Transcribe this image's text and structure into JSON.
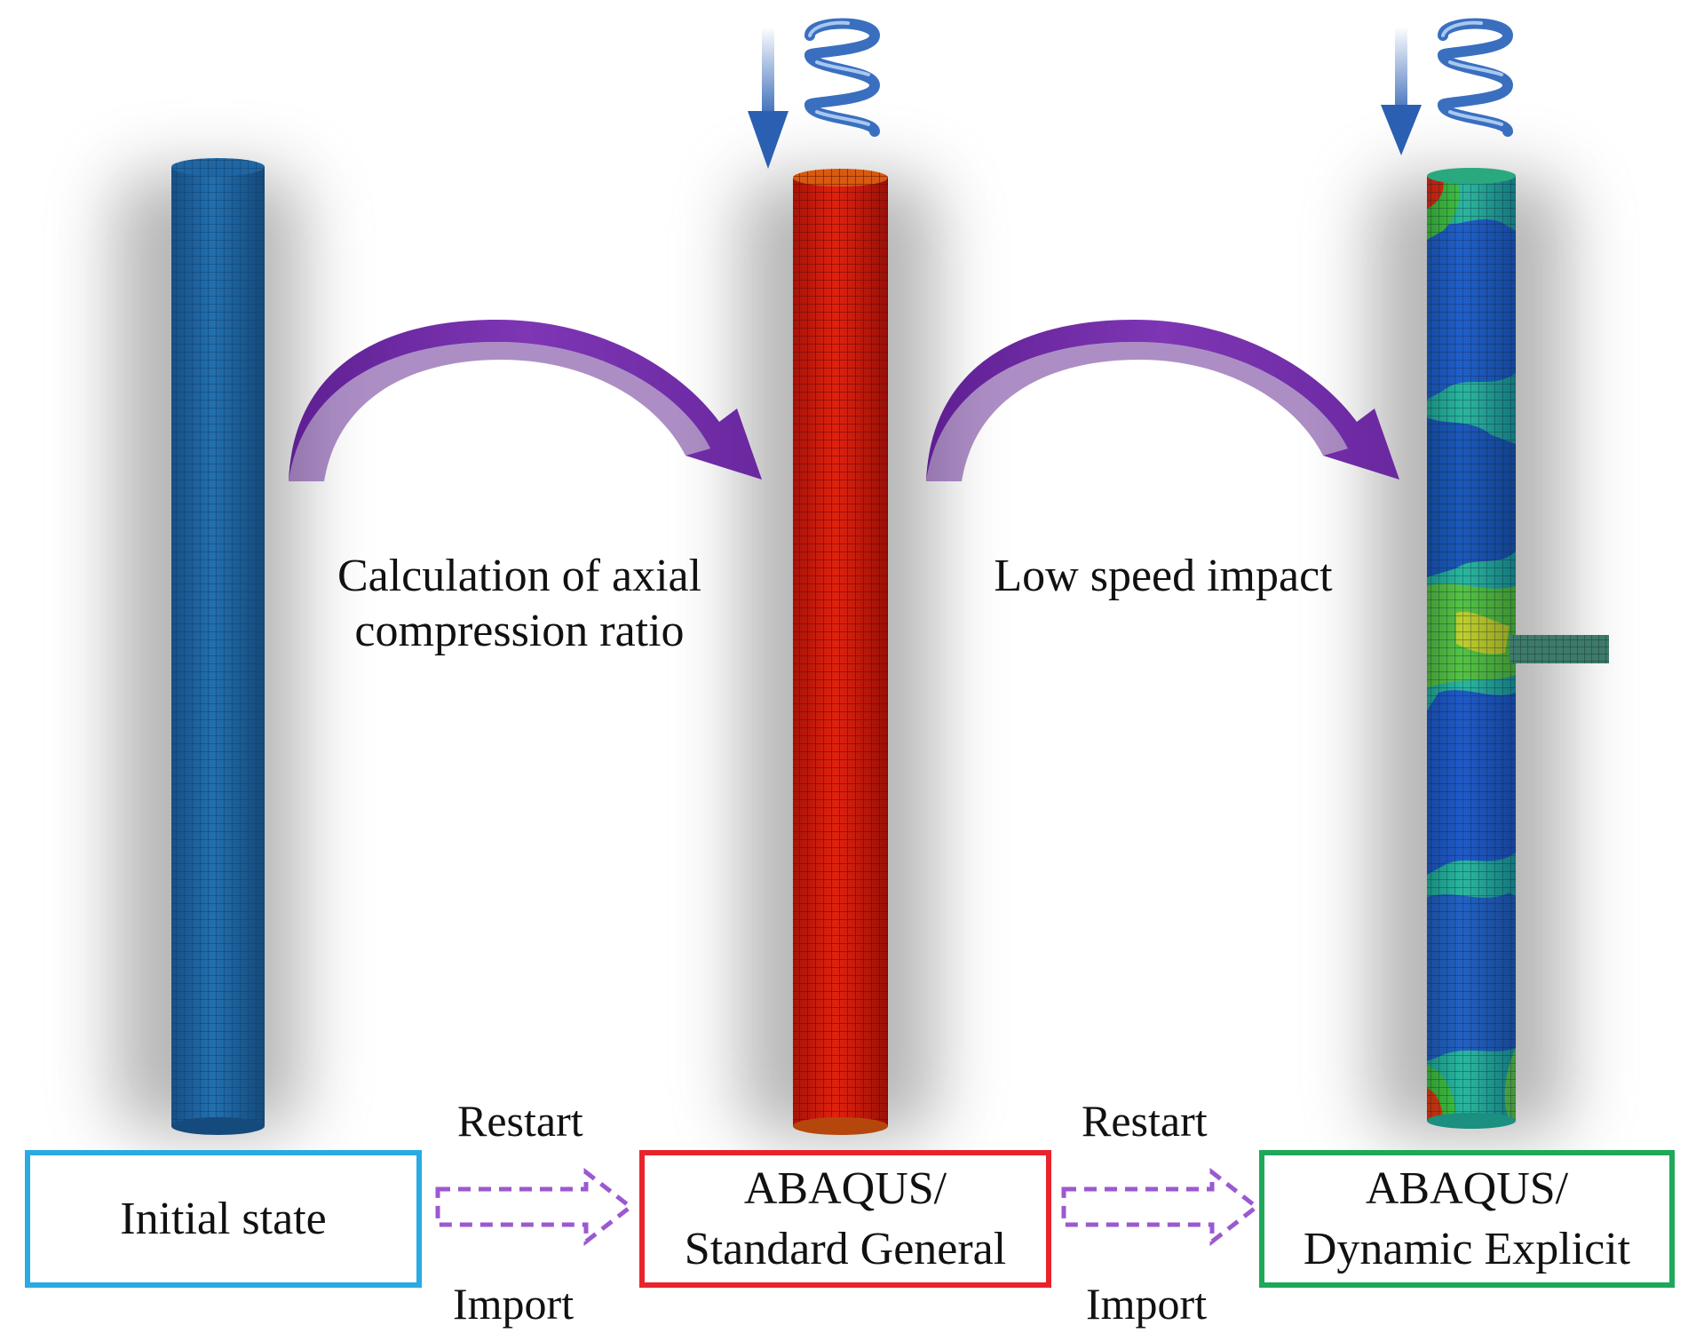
{
  "stages": [
    {
      "line1": "Initial state",
      "line2": "",
      "color": "#29abe2"
    },
    {
      "line1": "ABAQUS/",
      "line2": "Standard General",
      "color": "#e8232b"
    },
    {
      "line1": "ABAQUS/",
      "line2": "Dynamic Explicit",
      "color": "#1ea85a"
    }
  ],
  "captions": {
    "step1_line1": "Calculation of axial",
    "step1_line2": "compression ratio",
    "step2": "Low speed impact"
  },
  "transitions": [
    {
      "top": "Restart",
      "bottom": "Import"
    },
    {
      "top": "Restart",
      "bottom": "Import"
    }
  ],
  "colors": {
    "column_initial": "#1f5f9a",
    "column_compressed": "#c01a10",
    "curved_arrow": "#7a2fa8",
    "dashed_arrow": "#9b59d0",
    "load_arrow": "#2c5fb0",
    "spring": "#4a7fc8",
    "impactor": "#3e7a6a"
  },
  "icons": [
    "load-arrow-icon",
    "spring-icon",
    "curved-arrow-icon",
    "dashed-arrow-icon",
    "impactor-icon"
  ]
}
